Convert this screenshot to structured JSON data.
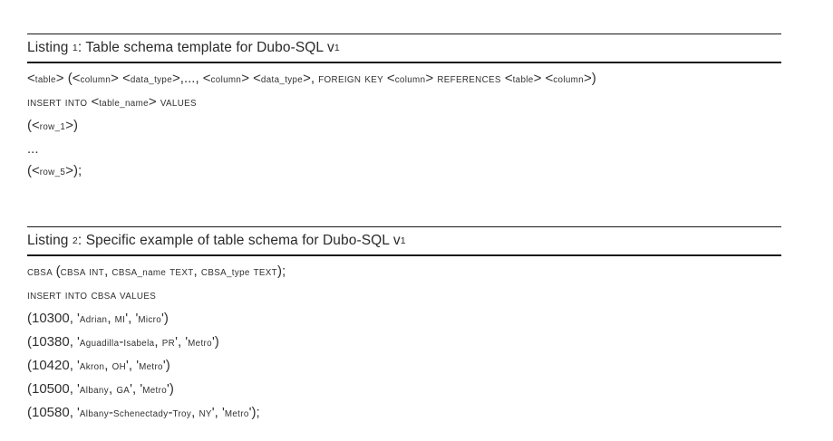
{
  "page": {
    "background": "#ffffff",
    "text_color": "#2b2b2b",
    "rule_color": "#191919"
  },
  "listings": [
    {
      "caption": "Listing 1: Table schema template for Dubo-SQL v1",
      "code_lines": [
        "<table> (<column> <data_type>,..., <column> <data_type>, FOREIGN KEY <column> REFERENCES <table> <column>)",
        "INSERT INTO <table_name> VALUES",
        "(<row_1>)",
        "...",
        "(<row_5>);"
      ]
    },
    {
      "caption": "Listing 2: Specific example of table schema for Dubo-SQL v1",
      "code_lines": [
        "CBSA (CBSA INT, CBSA_name TEXT, CBSA_type TEXT);",
        "INSERT INTO CBSA VALUES",
        "(10300, 'Adrian, MI', 'Micro')",
        "(10380, 'Aguadilla-Isabela, PR', 'Metro')",
        "(10420, 'Akron, OH', 'Metro')",
        "(10500, 'Albany, GA', 'Metro')",
        "(10580, 'Albany-Schenectady-Troy, NY', 'Metro');"
      ]
    }
  ]
}
